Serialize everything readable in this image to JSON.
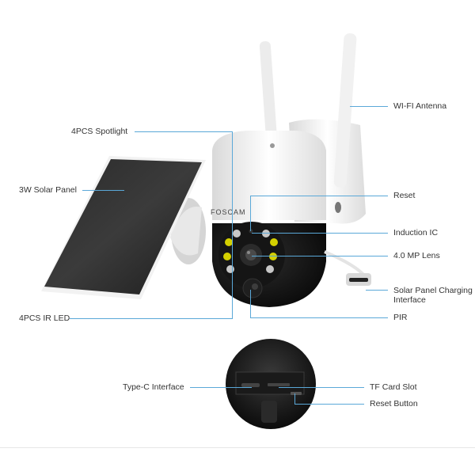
{
  "diagram": {
    "product": "Solar-powered PTZ Wi-Fi security camera",
    "brand_logo": "FOSCAM",
    "callout_color": "#5aa8d8",
    "callouts": {
      "spotlight": "4PCS Spotlight",
      "solar_panel": "3W Solar Panel",
      "ir_led": "4PCS IR LED",
      "wifi_antenna": "WI-FI Antenna",
      "reset": "Reset",
      "induction_ic": "Induction IC",
      "lens": "4.0 MP Lens",
      "charging_interface_line1": "Solar Panel Charging",
      "charging_interface_line2": "Interface",
      "pir": "PIR",
      "type_c": "Type-C Interface",
      "tf_card": "TF Card Slot",
      "reset_button": "Reset Button"
    }
  }
}
